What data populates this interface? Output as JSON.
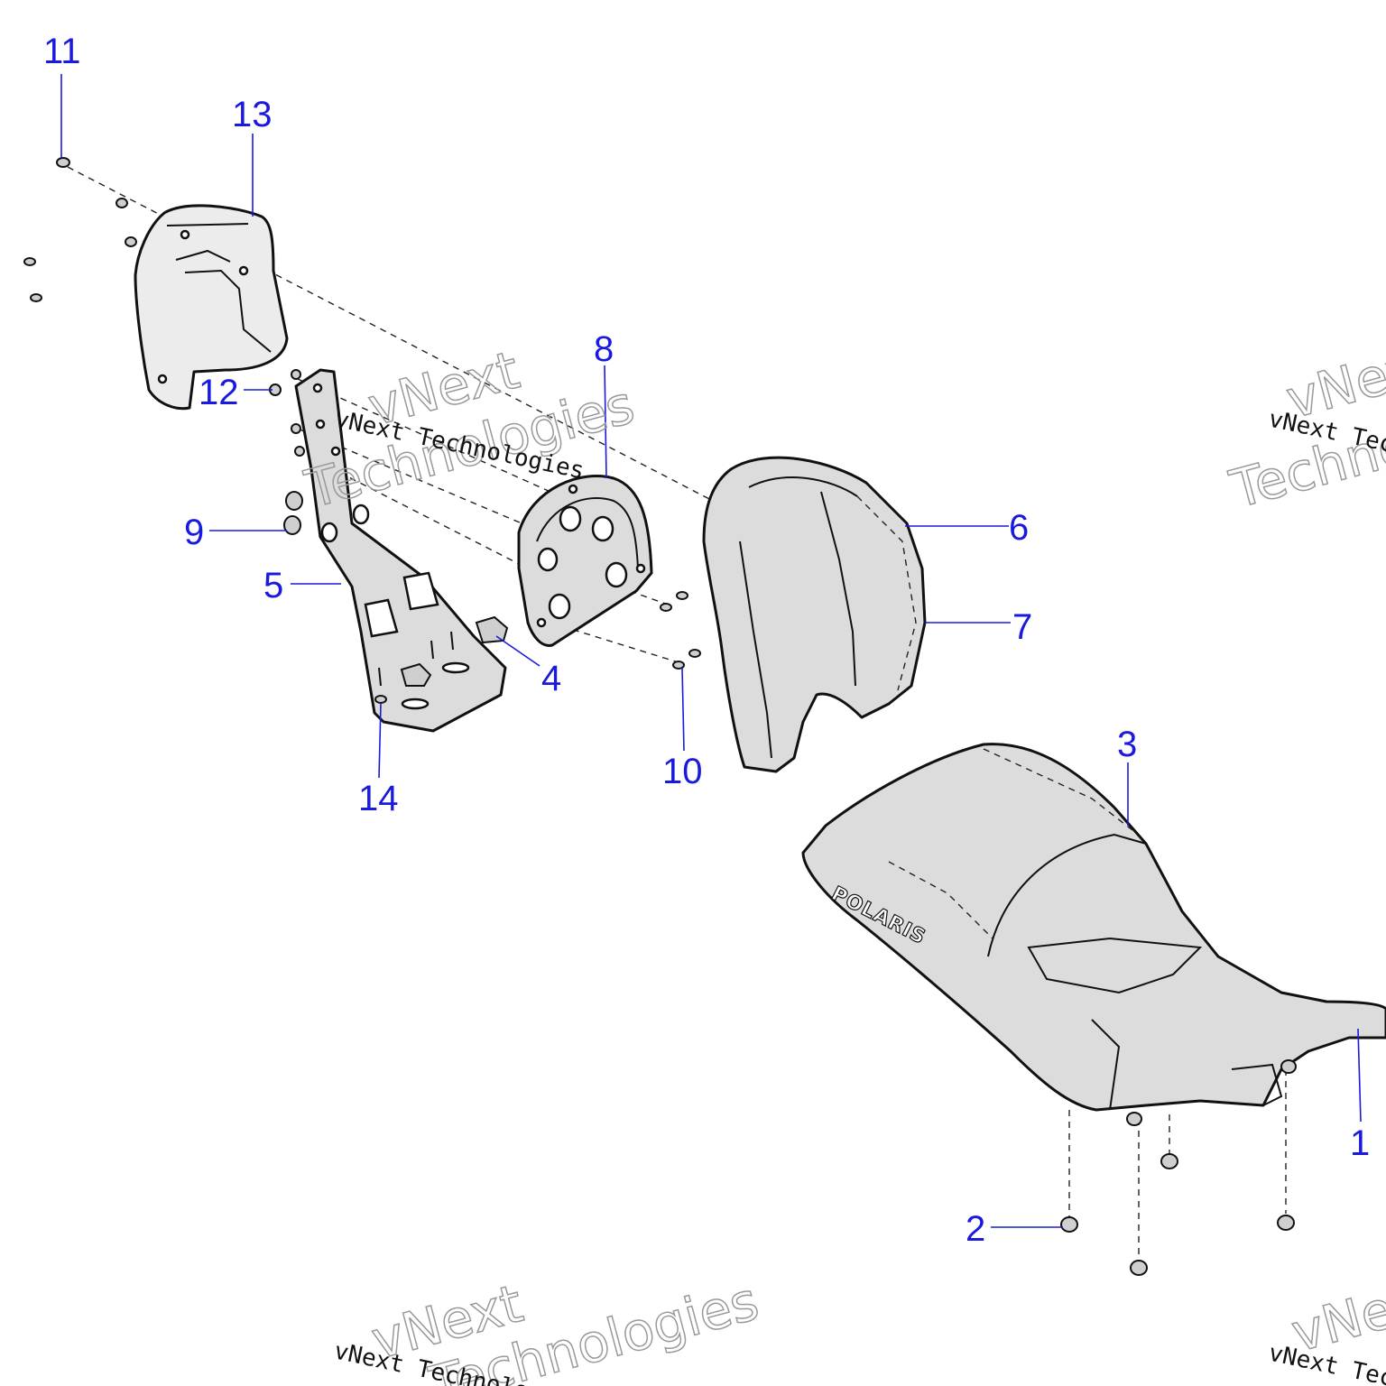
{
  "diagram": {
    "callouts": [
      {
        "id": "1",
        "label": "1"
      },
      {
        "id": "2",
        "label": "2"
      },
      {
        "id": "3",
        "label": "3"
      },
      {
        "id": "4",
        "label": "4"
      },
      {
        "id": "5",
        "label": "5"
      },
      {
        "id": "6",
        "label": "6"
      },
      {
        "id": "7",
        "label": "7"
      },
      {
        "id": "8",
        "label": "8"
      },
      {
        "id": "9",
        "label": "9"
      },
      {
        "id": "10",
        "label": "10"
      },
      {
        "id": "11",
        "label": "11"
      },
      {
        "id": "12",
        "label": "12"
      },
      {
        "id": "13",
        "label": "13"
      },
      {
        "id": "14",
        "label": "14"
      }
    ],
    "logo_text": "POLARIS",
    "colors": {
      "callout": "#1a1adf",
      "part_fill": "#dcdcdc",
      "line": "#111111"
    }
  },
  "watermark": {
    "line1": "vNext",
    "line2": "Technologies",
    "full": "vNext Technologies"
  }
}
